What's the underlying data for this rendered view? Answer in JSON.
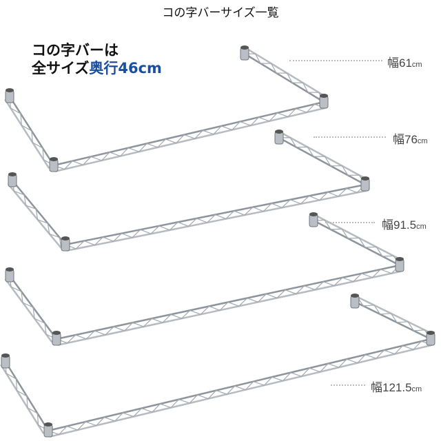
{
  "title": "コの字バーサイズ一覧",
  "intro": {
    "line1": "コの字バーは",
    "line2_prefix": "全サイズ",
    "line2_highlight": "奥行46cm"
  },
  "sizes": [
    {
      "prefix": "幅",
      "value": "61",
      "unit": "cm"
    },
    {
      "prefix": "幅",
      "value": "76",
      "unit": "cm"
    },
    {
      "prefix": "幅",
      "value": "91.5",
      "unit": "cm"
    },
    {
      "prefix": "幅",
      "value": "121.5",
      "unit": "cm"
    }
  ],
  "colors": {
    "highlight": "#1a4fa0",
    "metal": "#9aa0a6"
  }
}
